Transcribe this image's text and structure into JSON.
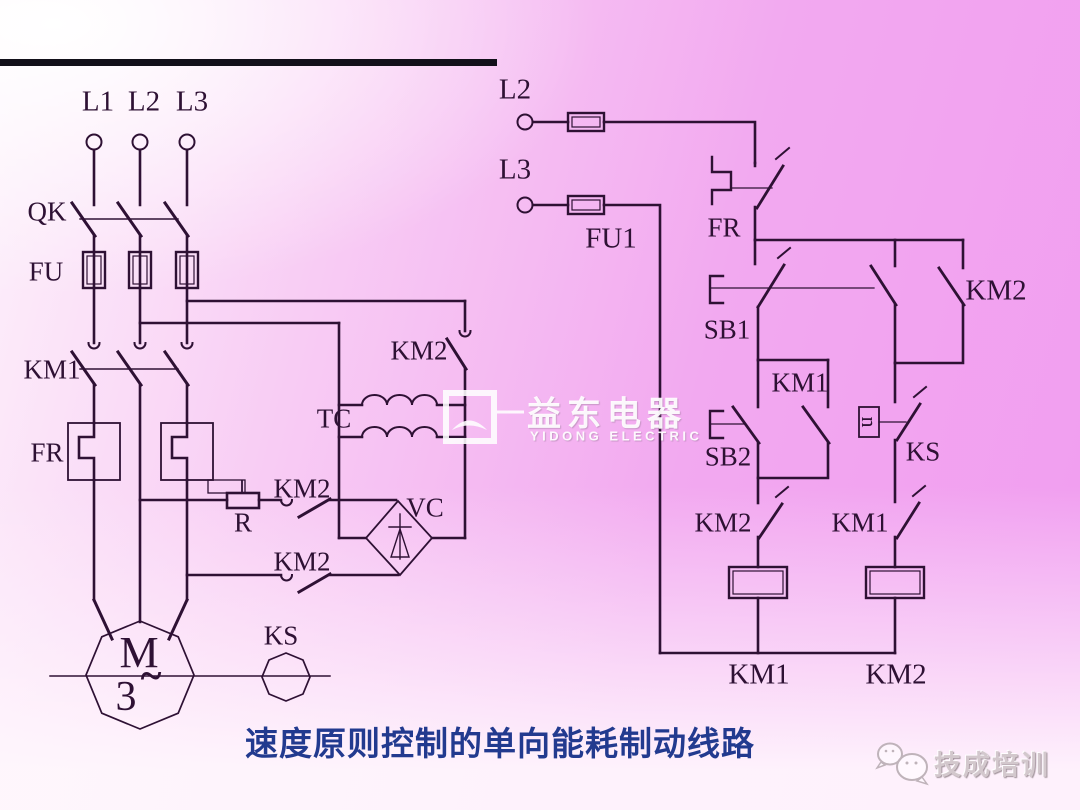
{
  "title": {
    "text": "速度原则控制的单向能耗制动线路"
  },
  "watermark": {
    "brand_cn": "益东电器",
    "brand_en": "YIDONG ELECTRIC"
  },
  "footer": {
    "logo_text": "技成培训"
  },
  "colors": {
    "ink": "#2e1134",
    "title_blue": "#223a8f",
    "top_bar": "#12101a"
  },
  "labels": {
    "l1": "L1",
    "l2": "L2",
    "l3": "L3",
    "qk": "QK",
    "fu": "FU",
    "km1_main": "KM1",
    "fr_main": "FR",
    "km2_tc": "KM2",
    "tc": "TC",
    "km2_r": "KM2",
    "r": "R",
    "vc": "VC",
    "km2_brake": "KM2",
    "motor_m": "M",
    "motor_3": "3",
    "motor_wave": "~",
    "ks_main": "KS",
    "l2_ctrl": "L2",
    "l3_ctrl": "L3",
    "fu1": "FU1",
    "fr_ctrl": "FR",
    "sb1": "SB1",
    "km1_aux": "KM1",
    "sb2": "SB2",
    "km2_hold": "KM2",
    "n_speed": "n",
    "ks_ctrl": "KS",
    "km2_interlock": "KM2",
    "km1_interlock": "KM1",
    "km1_coil": "KM1",
    "km2_coil": "KM2"
  }
}
